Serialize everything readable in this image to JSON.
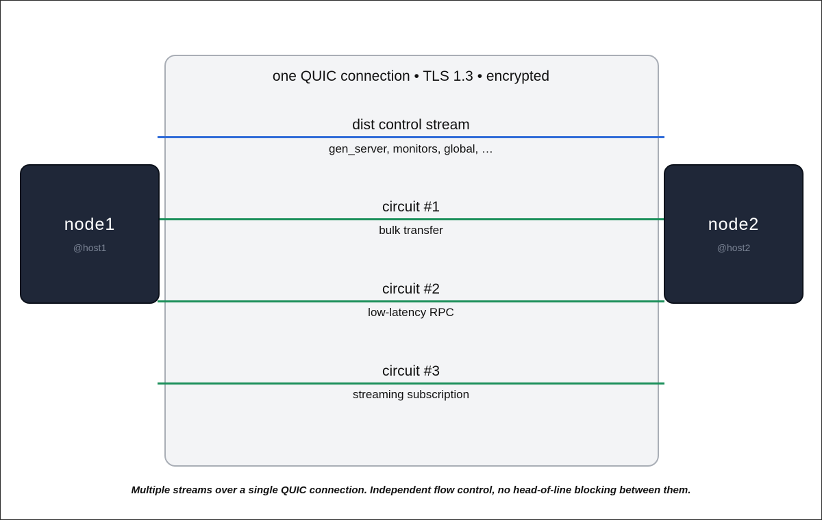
{
  "connection": {
    "title": "one QUIC connection • TLS 1.3 • encrypted"
  },
  "streams": [
    {
      "title": "dist control stream",
      "subtitle": "gen_server, monitors, global, …",
      "color": "#2f6bd8"
    },
    {
      "title": "circuit #1",
      "subtitle": "bulk transfer",
      "color": "#1b8f5a"
    },
    {
      "title": "circuit #2",
      "subtitle": "low-latency RPC",
      "color": "#1b8f5a"
    },
    {
      "title": "circuit #3",
      "subtitle": "streaming subscription",
      "color": "#1b8f5a"
    }
  ],
  "nodes": {
    "left": {
      "name": "node1",
      "host": "@host1"
    },
    "right": {
      "name": "node2",
      "host": "@host2"
    }
  },
  "caption": "Multiple streams over a single QUIC connection. Independent flow control, no head-of-line blocking between them."
}
